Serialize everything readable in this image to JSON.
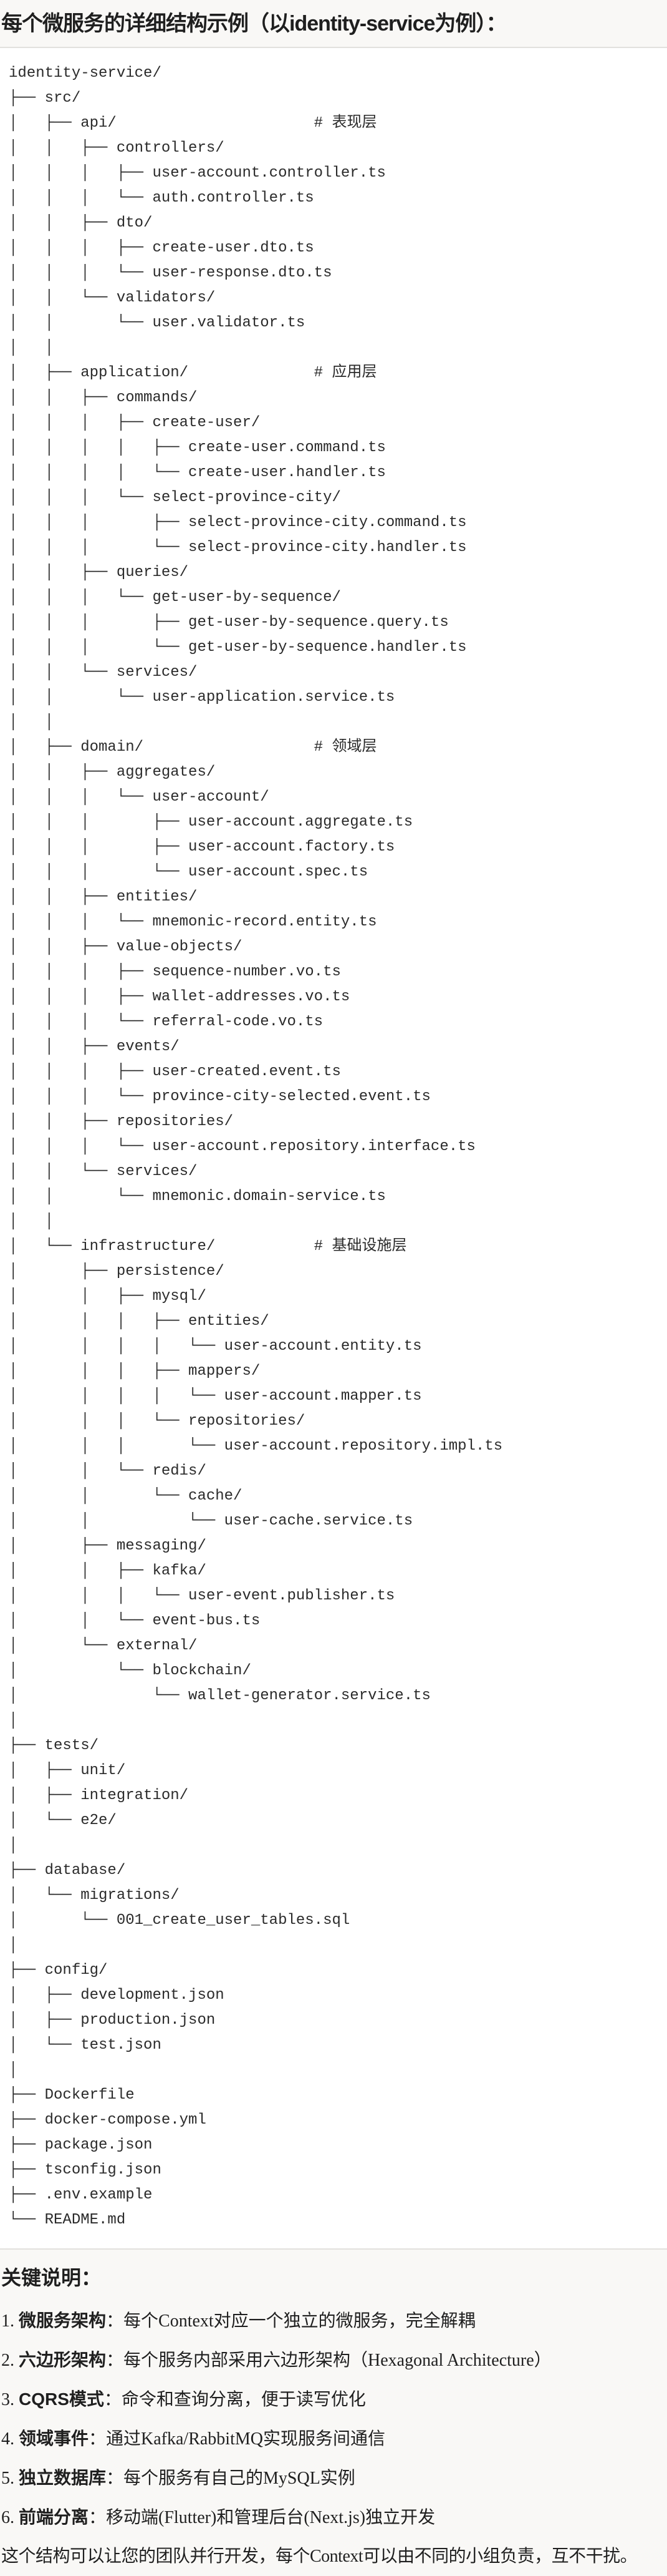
{
  "title": "每个微服务的详细结构示例（以identity-service为例）：",
  "tree": {
    "lines": [
      "identity-service/",
      "├── src/",
      "│   ├── api/                      # 表现层",
      "│   │   ├── controllers/",
      "│   │   │   ├── user-account.controller.ts",
      "│   │   │   └── auth.controller.ts",
      "│   │   ├── dto/",
      "│   │   │   ├── create-user.dto.ts",
      "│   │   │   └── user-response.dto.ts",
      "│   │   └── validators/",
      "│   │       └── user.validator.ts",
      "│   │",
      "│   ├── application/              # 应用层",
      "│   │   ├── commands/",
      "│   │   │   ├── create-user/",
      "│   │   │   │   ├── create-user.command.ts",
      "│   │   │   │   └── create-user.handler.ts",
      "│   │   │   └── select-province-city/",
      "│   │   │       ├── select-province-city.command.ts",
      "│   │   │       └── select-province-city.handler.ts",
      "│   │   ├── queries/",
      "│   │   │   └── get-user-by-sequence/",
      "│   │   │       ├── get-user-by-sequence.query.ts",
      "│   │   │       └── get-user-by-sequence.handler.ts",
      "│   │   └── services/",
      "│   │       └── user-application.service.ts",
      "│   │",
      "│   ├── domain/                   # 领域层",
      "│   │   ├── aggregates/",
      "│   │   │   └── user-account/",
      "│   │   │       ├── user-account.aggregate.ts",
      "│   │   │       ├── user-account.factory.ts",
      "│   │   │       └── user-account.spec.ts",
      "│   │   ├── entities/",
      "│   │   │   └── mnemonic-record.entity.ts",
      "│   │   ├── value-objects/",
      "│   │   │   ├── sequence-number.vo.ts",
      "│   │   │   ├── wallet-addresses.vo.ts",
      "│   │   │   └── referral-code.vo.ts",
      "│   │   ├── events/",
      "│   │   │   ├── user-created.event.ts",
      "│   │   │   └── province-city-selected.event.ts",
      "│   │   ├── repositories/",
      "│   │   │   └── user-account.repository.interface.ts",
      "│   │   └── services/",
      "│   │       └── mnemonic.domain-service.ts",
      "│   │",
      "│   └── infrastructure/           # 基础设施层",
      "│       ├── persistence/",
      "│       │   ├── mysql/",
      "│       │   │   ├── entities/",
      "│       │   │   │   └── user-account.entity.ts",
      "│       │   │   ├── mappers/",
      "│       │   │   │   └── user-account.mapper.ts",
      "│       │   │   └── repositories/",
      "│       │   │       └── user-account.repository.impl.ts",
      "│       │   └── redis/",
      "│       │       └── cache/",
      "│       │           └── user-cache.service.ts",
      "│       ├── messaging/",
      "│       │   ├── kafka/",
      "│       │   │   └── user-event.publisher.ts",
      "│       │   └── event-bus.ts",
      "│       └── external/",
      "│           └── blockchain/",
      "│               └── wallet-generator.service.ts",
      "│",
      "├── tests/",
      "│   ├── unit/",
      "│   ├── integration/",
      "│   └── e2e/",
      "│",
      "├── database/",
      "│   └── migrations/",
      "│       └── 001_create_user_tables.sql",
      "│",
      "├── config/",
      "│   ├── development.json",
      "│   ├── production.json",
      "│   └── test.json",
      "│",
      "├── Dockerfile",
      "├── docker-compose.yml",
      "├── package.json",
      "├── tsconfig.json",
      "├── .env.example",
      "└── README.md"
    ]
  },
  "notes": {
    "heading": "关键说明：",
    "items": [
      {
        "num": "1. ",
        "term": "微服务架构",
        "text": "：每个Context对应一个独立的微服务，完全解耦"
      },
      {
        "num": "2. ",
        "term": "六边形架构",
        "text": "：每个服务内部采用六边形架构（Hexagonal Architecture）"
      },
      {
        "num": "3. ",
        "term": "CQRS模式",
        "text": "：命令和查询分离，便于读写优化"
      },
      {
        "num": "4. ",
        "term": "领域事件",
        "text": "：通过Kafka/RabbitMQ实现服务间通信"
      },
      {
        "num": "5. ",
        "term": "独立数据库",
        "text": "：每个服务有自己的MySQL实例"
      },
      {
        "num": "6. ",
        "term": "前端分离",
        "text": "：移动端(Flutter)和管理后台(Next.js)独立开发"
      }
    ],
    "summary": "这个结构可以让您的团队并行开发，每个Context可以由不同的小组负责，互不干扰。"
  }
}
